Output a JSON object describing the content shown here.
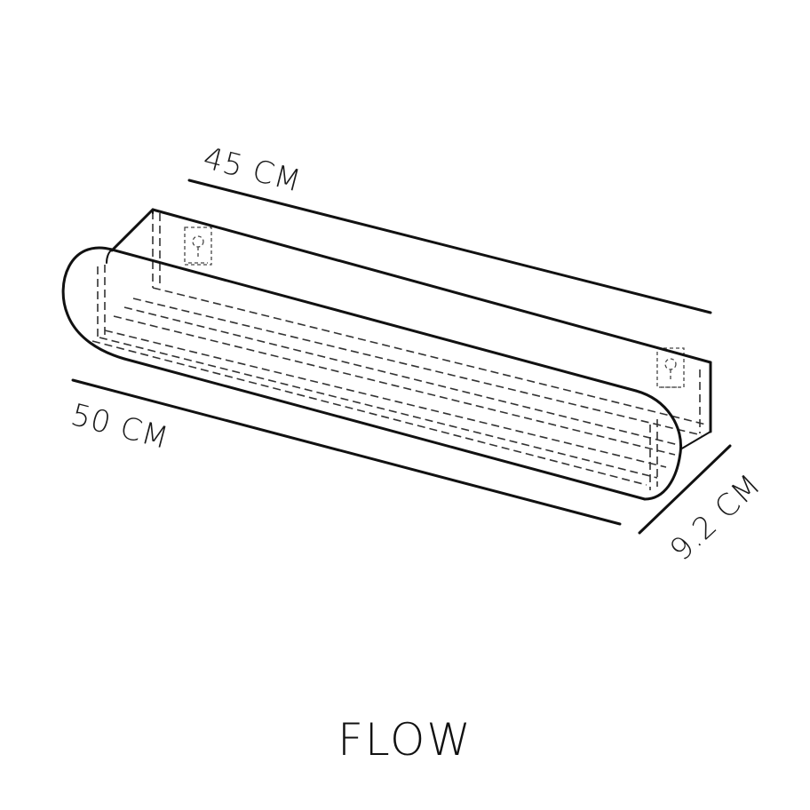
{
  "title": "FLOW",
  "dimensions": {
    "back_length": "45 CM",
    "front_length": "50 CM",
    "depth": "9.2 CM"
  }
}
